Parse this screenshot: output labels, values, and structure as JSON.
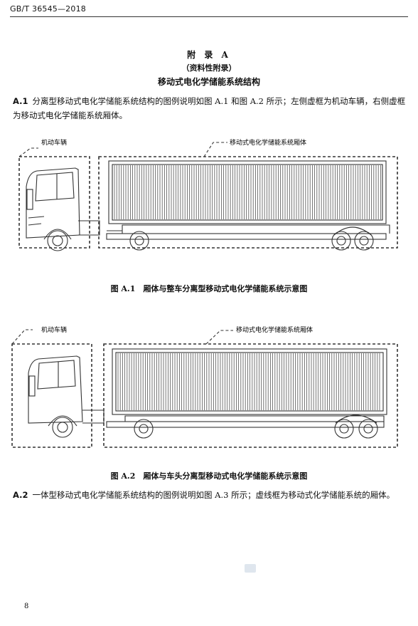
{
  "header": {
    "standard_no": "GB/T 36545—2018"
  },
  "appendix": {
    "title": "附 录 A",
    "subtitle": "（资料性附录）",
    "heading": "移动式电化学储能系统结构"
  },
  "paragraphs": [
    {
      "label": "A.1",
      "text": "分离型移动式电化学储能系统结构的图例说明如图 A.1 和图 A.2 所示；左侧虚框为机动车辆，右侧虚框为移动式电化学储能系统厢体。"
    },
    {
      "label": "A.2",
      "text": "一体型移动式电化学储能系统结构的图例说明如图 A.3 所示；虚线框为移动式化学储能系统的厢体。"
    }
  ],
  "figures": [
    {
      "vehicle_label": "机动车辆",
      "cabin_label": "移动式电化学储能系统厢体",
      "caption": "图 A.1　厢体与整车分离型移动式电化学储能系统示意图"
    },
    {
      "vehicle_label": "机动车辆",
      "cabin_label": "移动式电化学储能系统厢体",
      "caption": "图 A.2　厢体与车头分离型移动式电化学储能系统示意图"
    }
  ],
  "footer": {
    "page_number": "8"
  }
}
